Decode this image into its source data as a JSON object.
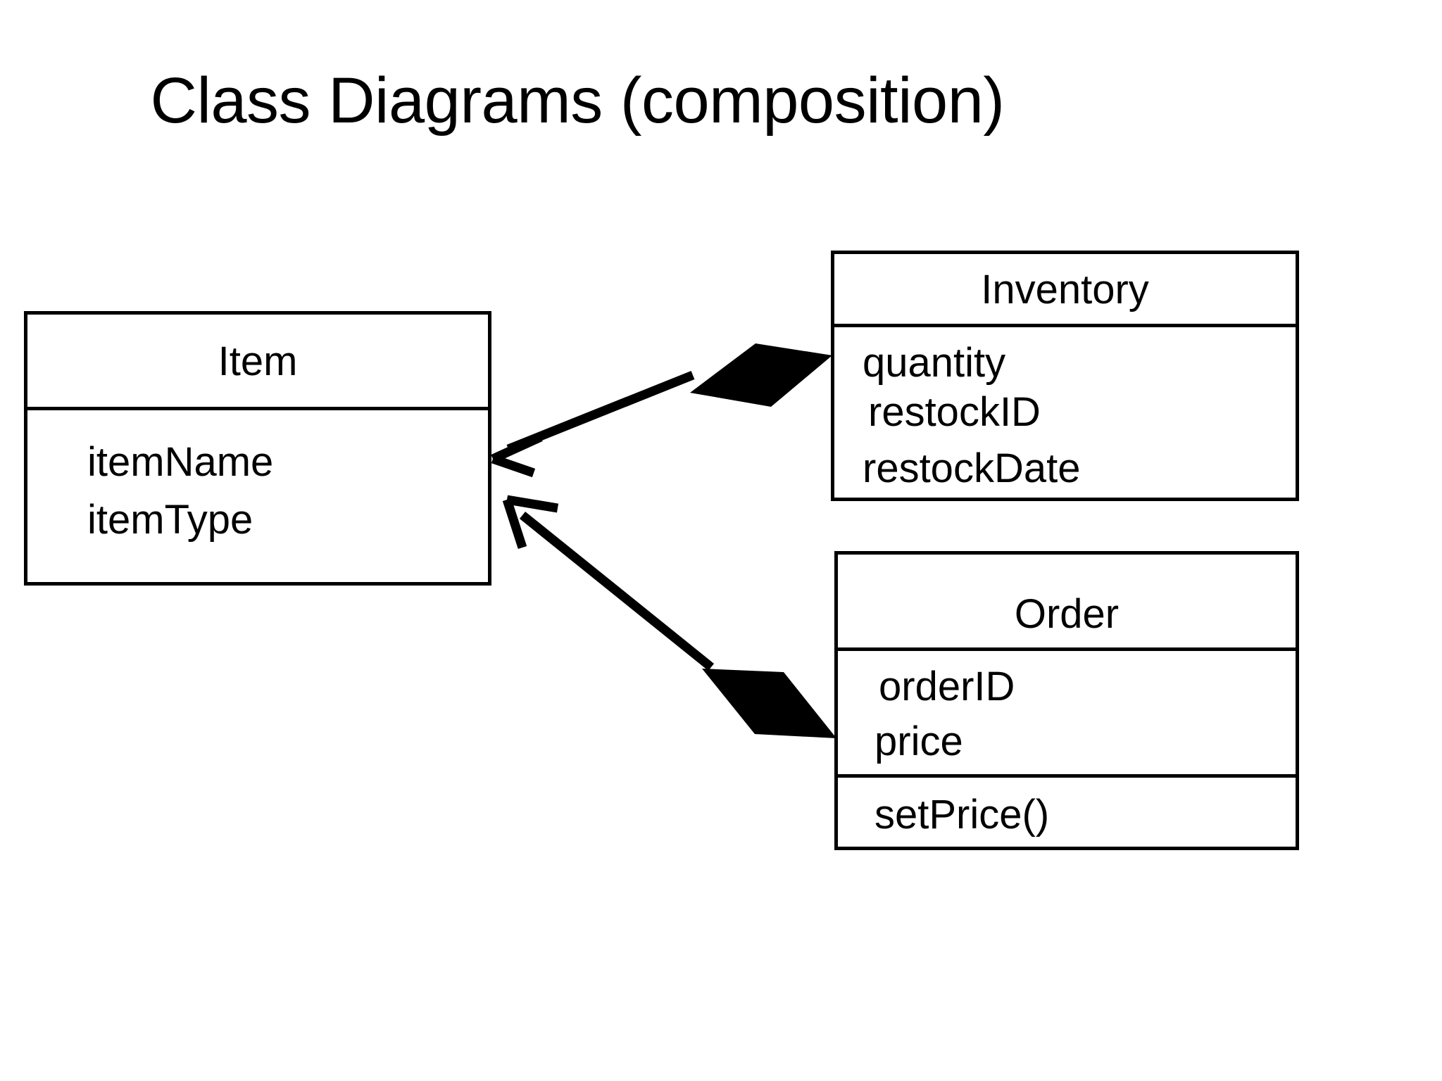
{
  "slide": {
    "title": "Class Diagrams (composition)",
    "background_color": "#ffffff",
    "ink_color": "#000000"
  },
  "diagram": {
    "kind": "uml-class-diagram",
    "relationship_type": "composition",
    "classes": [
      {
        "id": "item",
        "name": "Item",
        "attributes": [
          "itemName",
          "itemType"
        ],
        "operations": []
      },
      {
        "id": "inventory",
        "name": "Inventory",
        "attributes": [
          "quantity",
          "restockID",
          "restockDate"
        ],
        "operations": []
      },
      {
        "id": "order",
        "name": "Order",
        "attributes": [
          "orderID",
          "price"
        ],
        "operations": [
          "setPrice()"
        ]
      }
    ],
    "connectors": [
      {
        "id": "inventory-composed-of-item",
        "type": "composition",
        "whole": "Inventory",
        "part": "Item",
        "diamond_end": "Inventory",
        "arrow_end": "Item",
        "arrow_style": "open"
      },
      {
        "id": "order-composed-of-item",
        "type": "composition",
        "whole": "Order",
        "part": "Item",
        "diamond_end": "Order",
        "arrow_end": "Item",
        "arrow_style": "open"
      }
    ]
  }
}
